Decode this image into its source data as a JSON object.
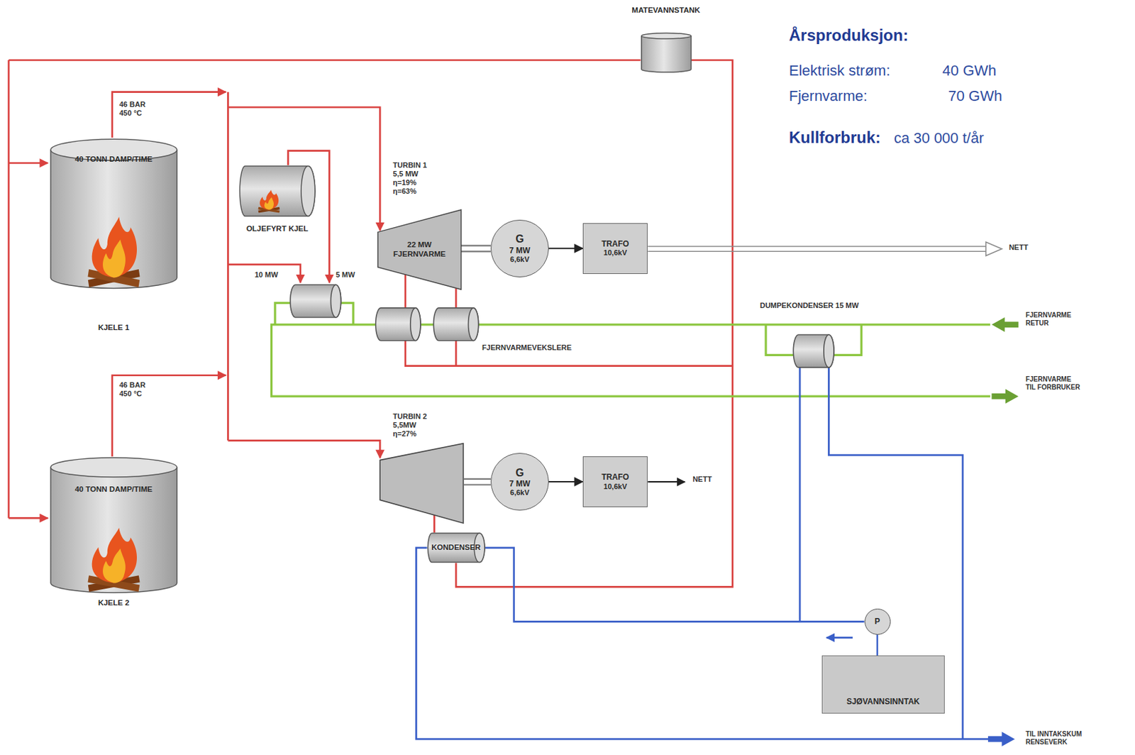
{
  "diagram": {
    "nodes": [
      {
        "text": [
          "MATEVANNSTANK"
        ]
      },
      {
        "text": [
          "40 TONN DAMP/TIME",
          "KJELE 1"
        ]
      },
      {
        "text": [
          "OLJEFYRT KJEL"
        ]
      },
      {
        "text": [
          "22 MW FJERNVARME"
        ]
      },
      {
        "text": [
          "G",
          "7 MW",
          "6,6kV"
        ]
      },
      {
        "text": [
          "TRAFO",
          "10,6kV"
        ]
      },
      {
        "text": [
          "40 TONN DAMP/TIME",
          "KJELE 2"
        ]
      },
      {
        "text": [
          "G",
          "7 MW",
          "6,6kV"
        ]
      },
      {
        "text": [
          "TRAFO",
          "10,6kV"
        ]
      },
      {
        "text": [
          "KONDENSER"
        ]
      },
      {
        "text": [
          "P"
        ]
      },
      {
        "text": [
          "SJØVANNSINNTAK"
        ]
      }
    ],
    "edges": [
      {
        "from": 4,
        "to": 5,
        "arrow": "to"
      },
      {
        "from": 7,
        "to": 8,
        "arrow": "to"
      },
      {
        "from": 10,
        "to": 11,
        "arrow": "none"
      }
    ],
    "labels": [
      "Årsproduksjon:",
      "Elektrisk strøm:",
      "40 GWh",
      "Fjernvarme:",
      "70 GWh",
      "Kullforbruk:",
      "ca 30 000 t/år",
      "46 BAR 450 °C",
      "TURBIN 1 5,5 MW η=19% η=63%",
      "10 MW",
      "5 MW",
      "NETT",
      "FJERNVARMEVEKSLERE",
      "DUMPEKONDENSER 15 MW",
      "FJERNVARME RETUR",
      "FJERNVARME TIL FORBRUKER",
      "46 BAR 450 °C",
      "TURBIN 2 5,5MW η=27%",
      "NETT",
      "TIL INNTAKSKUM RENSEVERK"
    ]
  }
}
